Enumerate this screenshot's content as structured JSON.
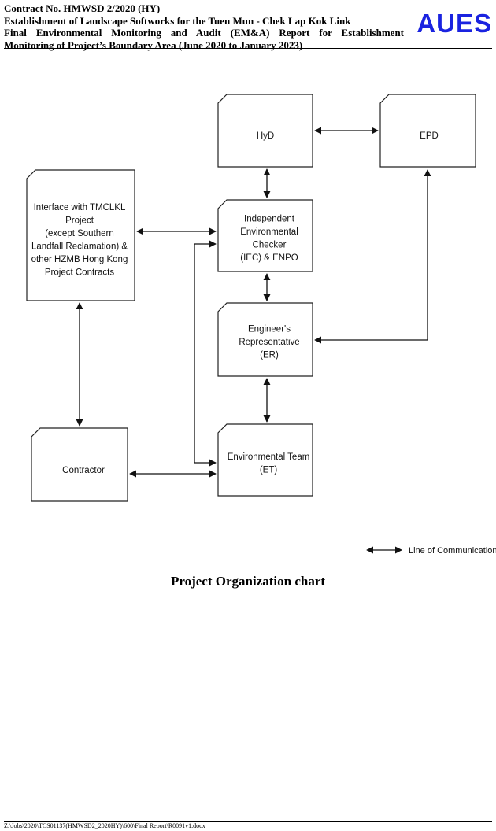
{
  "header": {
    "contract": "Contract No. HMWSD 2/2020 (HY)",
    "project": "Establishment of Landscape Softworks for the Tuen Mun - Chek Lap Kok Link",
    "report_line1": "Final Environmental Monitoring and Audit (EM&A) Report for Establishment",
    "report_line2": "Monitoring of Project’s Boundary Area (June 2020 to January 2023)",
    "logo": "AUES",
    "logo_color": "#1a23e0"
  },
  "diagram": {
    "nodes": {
      "hyd": [
        "HyD"
      ],
      "epd": [
        "EPD"
      ],
      "interface": [
        "Interface with TMCLKL",
        "Project",
        "(except Southern",
        "Landfall Reclamation) &",
        "other HZMB Hong Kong",
        "Project Contracts"
      ],
      "iec": [
        "Independent",
        "Environmental",
        "Checker",
        "(IEC) & ENPO"
      ],
      "er": [
        "Engineer's",
        "Representative",
        "(ER)"
      ],
      "contractor": [
        "Contractor"
      ],
      "et": [
        "Environmental Team",
        "(ET)"
      ]
    },
    "legend": "Line of Communication"
  },
  "caption": "Project Organization chart",
  "footer": "Z:\\Jobs\\2020\\TCS01137(HMWSD2_2020HY)\\600\\Final Report\\R0091v1.docx"
}
